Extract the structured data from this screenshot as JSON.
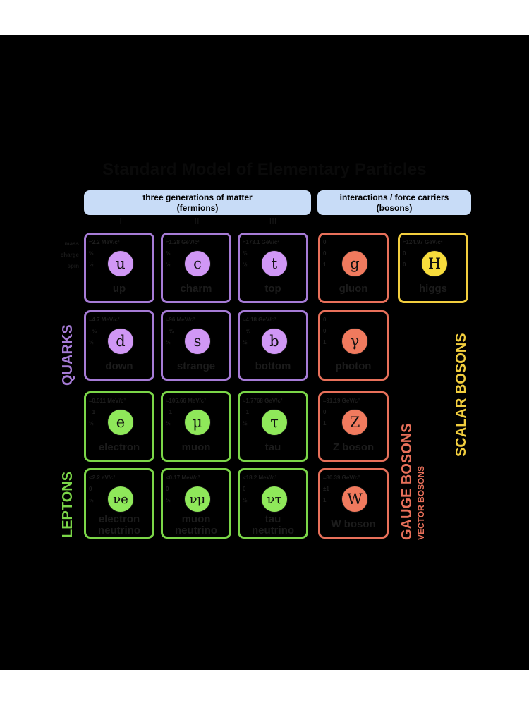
{
  "title": "Standard Model of Elementary Particles",
  "headers": {
    "fermions": {
      "line1": "three generations of matter",
      "line2": "(fermions)"
    },
    "bosons": {
      "line1": "interactions / force carriers",
      "line2": "(bosons)"
    }
  },
  "generations": [
    "I",
    "II",
    "III"
  ],
  "row_labels": {
    "mass": "mass",
    "charge": "charge",
    "spin": "spin"
  },
  "groups": {
    "quarks": "QUARKS",
    "leptons": "LEPTONS",
    "gauge": "GAUGE BOSONS",
    "vector": "VECTOR BOSONS",
    "scalar": "SCALAR BOSONS"
  },
  "colors": {
    "quark": "#a67bd6",
    "quark_fill": "#d097f5",
    "lepton": "#7bd648",
    "lepton_fill": "#8fe85a",
    "gauge": "#e8705a",
    "gauge_fill": "#f07a5e",
    "scalar": "#f2ce3e",
    "scalar_fill": "#f7dc3c",
    "header_bg": "#c8dcf7",
    "background": "#000000"
  },
  "particles": {
    "up": {
      "mass": "≈2.2 MeV/c²",
      "charge": "⅔",
      "spin": "½",
      "symbol": "u",
      "name": "up"
    },
    "charm": {
      "mass": "≈1.28 GeV/c²",
      "charge": "⅔",
      "spin": "½",
      "symbol": "c",
      "name": "charm"
    },
    "top": {
      "mass": "≈173.1 GeV/c²",
      "charge": "⅔",
      "spin": "½",
      "symbol": "t",
      "name": "top"
    },
    "gluon": {
      "mass": "0",
      "charge": "0",
      "spin": "1",
      "symbol": "g",
      "name": "gluon"
    },
    "higgs": {
      "mass": "≈124.97 GeV/c²",
      "charge": "0",
      "spin": "0",
      "symbol": "H",
      "name": "higgs"
    },
    "down": {
      "mass": "≈4.7 MeV/c²",
      "charge": "−⅓",
      "spin": "½",
      "symbol": "d",
      "name": "down"
    },
    "strange": {
      "mass": "≈96 MeV/c²",
      "charge": "−⅓",
      "spin": "½",
      "symbol": "s",
      "name": "strange"
    },
    "bottom": {
      "mass": "≈4.18 GeV/c²",
      "charge": "−⅓",
      "spin": "½",
      "symbol": "b",
      "name": "bottom"
    },
    "photon": {
      "mass": "0",
      "charge": "0",
      "spin": "1",
      "symbol": "γ",
      "name": "photon"
    },
    "electron": {
      "mass": "≈0.511 MeV/c²",
      "charge": "−1",
      "spin": "½",
      "symbol": "e",
      "name": "electron"
    },
    "muon": {
      "mass": "≈105.66 MeV/c²",
      "charge": "−1",
      "spin": "½",
      "symbol": "μ",
      "name": "muon"
    },
    "tau": {
      "mass": "≈1.7768 GeV/c²",
      "charge": "−1",
      "spin": "½",
      "symbol": "τ",
      "name": "tau"
    },
    "zboson": {
      "mass": "≈91.19 GeV/c²",
      "charge": "0",
      "spin": "1",
      "symbol": "Z",
      "name": "Z boson"
    },
    "nue": {
      "mass": "<2.2 eV/c²",
      "charge": "0",
      "spin": "½",
      "symbol": "νe",
      "name1": "electron",
      "name2": "neutrino"
    },
    "numu": {
      "mass": "<0.17 MeV/c²",
      "charge": "0",
      "spin": "½",
      "symbol": "νμ",
      "name1": "muon",
      "name2": "neutrino"
    },
    "nutau": {
      "mass": "<18.2 MeV/c²",
      "charge": "0",
      "spin": "½",
      "symbol": "ντ",
      "name1": "tau",
      "name2": "neutrino"
    },
    "wboson": {
      "mass": "≈80.39 GeV/c²",
      "charge": "±1",
      "spin": "1",
      "symbol": "W",
      "name": "W boson"
    }
  }
}
